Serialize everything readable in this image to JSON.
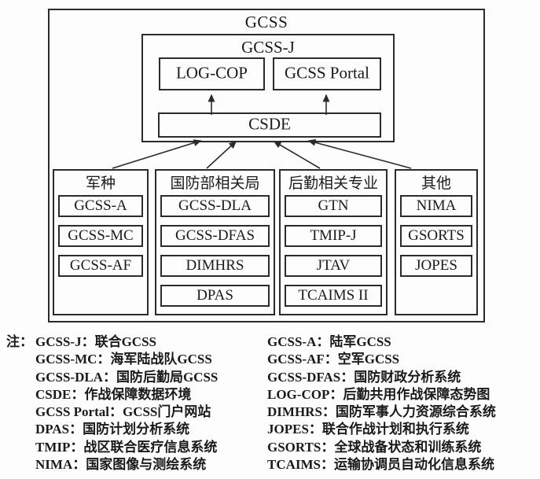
{
  "diagram": {
    "outer_label": "GCSS",
    "inner_label": "GCSS-J",
    "log_cop": "LOG-COP",
    "gcss_portal": "GCSS Portal",
    "csde": "CSDE",
    "categories": [
      {
        "title": "军种",
        "items": [
          "GCSS-A",
          "GCSS-MC",
          "GCSS-AF"
        ]
      },
      {
        "title": "国防部相关局",
        "items": [
          "GCSS-DLA",
          "GCSS-DFAS",
          "DIMHRS",
          "DPAS"
        ]
      },
      {
        "title": "后勤相关专业",
        "items": [
          "GTN",
          "TMIP-J",
          "JTAV",
          "TCAIMS II"
        ]
      },
      {
        "title": "其他",
        "items": [
          "NIMA",
          "GSORTS",
          "JOPES"
        ]
      }
    ]
  },
  "notes": {
    "label": "注：",
    "left": [
      "GCSS-J：联合GCSS",
      "GCSS-MC：海军陆战队GCSS",
      "GCSS-DLA：国防后勤局GCSS",
      "CSDE：作战保障数据环境",
      "GCSS Portal：GCSS门户网站",
      "DPAS：国防计划分析系统",
      "TMIP：战区联合医疗信息系统",
      "NIMA：国家图像与测绘系统"
    ],
    "right": [
      "GCSS-A：陆军GCSS",
      "GCSS-AF：空军GCSS",
      "GCSS-DFAS：国防财政分析系统",
      "LOG-COP：后勤共用作战保障态势图",
      "DIMHRS：国防军事人力资源综合系统",
      "JOPES：联合作战计划和执行系统",
      "GSORTS：全球战备状态和训练系统",
      "TCAIMS：运输协调员自动化信息系统"
    ]
  },
  "colors": {
    "line": "#2b2b2b",
    "background": "#fdfdfd",
    "text": "#1a1a1a"
  }
}
